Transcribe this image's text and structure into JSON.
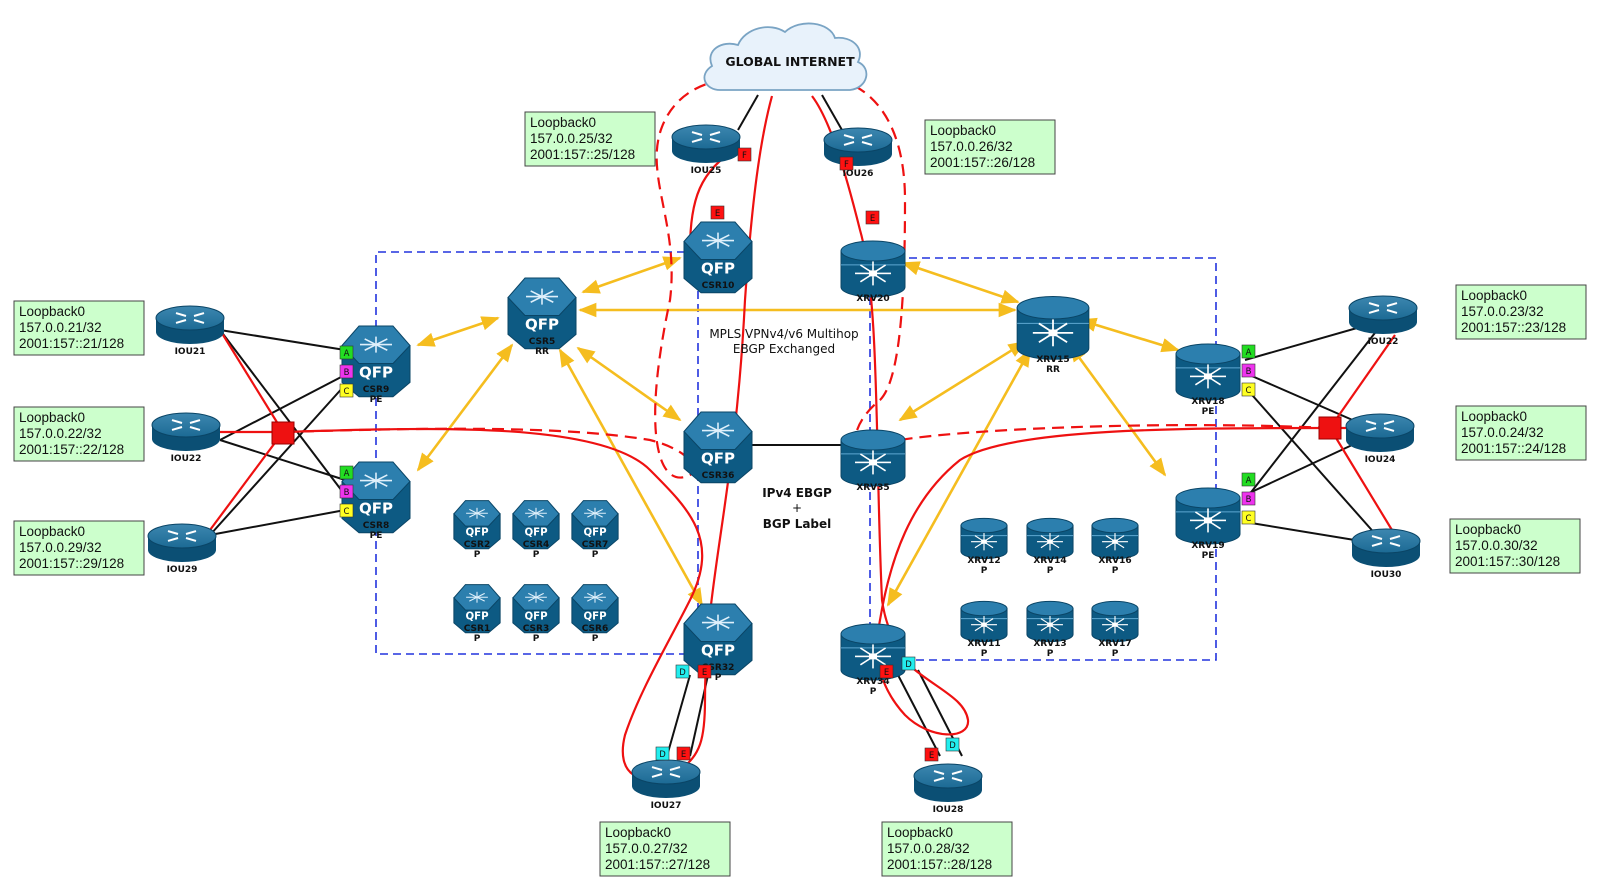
{
  "cloud": {
    "label": "GLOBAL INTERNET"
  },
  "annotations": {
    "mpls_line1": "MPLS VPNv4/v6 Multihop",
    "mpls_line2": "EBGP Exchanged",
    "ipv4_line1": "IPv4 EBGP",
    "ipv4_line2": "+",
    "ipv4_line3": "BGP Label"
  },
  "loopbacks": [
    {
      "id": "iou25",
      "lines": [
        "Loopback0",
        "157.0.0.25/32",
        "2001:157::25/128"
      ]
    },
    {
      "id": "iou26",
      "lines": [
        "Loopback0",
        "157.0.0.26/32",
        "2001:157::26/128"
      ]
    },
    {
      "id": "iou21",
      "lines": [
        "Loopback0",
        "157.0.0.21/32",
        "2001:157::21/128"
      ]
    },
    {
      "id": "iou22",
      "lines": [
        "Loopback0",
        "157.0.0.22/32",
        "2001:157::22/128"
      ]
    },
    {
      "id": "iou29",
      "lines": [
        "Loopback0",
        "157.0.0.29/32",
        "2001:157::29/128"
      ]
    },
    {
      "id": "iou23",
      "lines": [
        "Loopback0",
        "157.0.0.23/32",
        "2001:157::23/128"
      ]
    },
    {
      "id": "iou24",
      "lines": [
        "Loopback0",
        "157.0.0.24/32",
        "2001:157::24/128"
      ]
    },
    {
      "id": "iou30",
      "lines": [
        "Loopback0",
        "157.0.0.30/32",
        "2001:157::30/128"
      ]
    },
    {
      "id": "iou27",
      "lines": [
        "Loopback0",
        "157.0.0.27/32",
        "2001:157::27/128"
      ]
    },
    {
      "id": "iou28",
      "lines": [
        "Loopback0",
        "157.0.0.28/32",
        "2001:157::28/128"
      ]
    }
  ],
  "devices": [
    {
      "id": "IOU25",
      "type": "router",
      "name": "IOU25",
      "role": ""
    },
    {
      "id": "IOU26",
      "type": "router",
      "name": "IOU26",
      "role": ""
    },
    {
      "id": "IOU21",
      "type": "router",
      "name": "IOU21",
      "role": ""
    },
    {
      "id": "IOU22L",
      "type": "router",
      "name": "IOU22",
      "role": ""
    },
    {
      "id": "IOU29",
      "type": "router",
      "name": "IOU29",
      "role": ""
    },
    {
      "id": "IOU22R",
      "type": "router",
      "name": "IOU22",
      "role": ""
    },
    {
      "id": "IOU24",
      "type": "router",
      "name": "IOU24",
      "role": ""
    },
    {
      "id": "IOU30",
      "type": "router",
      "name": "IOU30",
      "role": ""
    },
    {
      "id": "IOU27",
      "type": "router",
      "name": "IOU27",
      "role": ""
    },
    {
      "id": "IOU28",
      "type": "router",
      "name": "IOU28",
      "role": ""
    },
    {
      "id": "CSR10",
      "type": "qfp",
      "name": "CSR10",
      "role": ""
    },
    {
      "id": "CSR5",
      "type": "qfp",
      "name": "CSR5",
      "role": "RR"
    },
    {
      "id": "CSR9",
      "type": "qfp",
      "name": "CSR9",
      "role": "PE"
    },
    {
      "id": "CSR8",
      "type": "qfp",
      "name": "CSR8",
      "role": "PE"
    },
    {
      "id": "CSR36",
      "type": "qfp",
      "name": "CSR36",
      "role": ""
    },
    {
      "id": "CSR32",
      "type": "qfp",
      "name": "CSR32",
      "role": "P"
    },
    {
      "id": "CSR2",
      "type": "qfp-small",
      "name": "CSR2",
      "role": "P"
    },
    {
      "id": "CSR4",
      "type": "qfp-small",
      "name": "CSR4",
      "role": "P"
    },
    {
      "id": "CSR7",
      "type": "qfp-small",
      "name": "CSR7",
      "role": "P"
    },
    {
      "id": "CSR1",
      "type": "qfp-small",
      "name": "CSR1",
      "role": "P"
    },
    {
      "id": "CSR3",
      "type": "qfp-small",
      "name": "CSR3",
      "role": "P"
    },
    {
      "id": "CSR6",
      "type": "qfp-small",
      "name": "CSR6",
      "role": "P"
    },
    {
      "id": "XRV20",
      "type": "xrv",
      "name": "XRV20",
      "role": ""
    },
    {
      "id": "XRV15",
      "type": "xrv-wide",
      "name": "XRV15",
      "role": "RR"
    },
    {
      "id": "XRV18",
      "type": "xrv",
      "name": "XRV18",
      "role": "PE"
    },
    {
      "id": "XRV19",
      "type": "xrv",
      "name": "XRV19",
      "role": "PE"
    },
    {
      "id": "XRV35",
      "type": "xrv",
      "name": "XRV35",
      "role": ""
    },
    {
      "id": "XRV34",
      "type": "xrv",
      "name": "XRV34",
      "role": "P"
    },
    {
      "id": "XRV12",
      "type": "xrv-small",
      "name": "XRV12",
      "role": "P"
    },
    {
      "id": "XRV14",
      "type": "xrv-small",
      "name": "XRV14",
      "role": "P"
    },
    {
      "id": "XRV16",
      "type": "xrv-small",
      "name": "XRV16",
      "role": "P"
    },
    {
      "id": "XRV11",
      "type": "xrv-small",
      "name": "XRV11",
      "role": "P"
    },
    {
      "id": "XRV13",
      "type": "xrv-small",
      "name": "XRV13",
      "role": "P"
    },
    {
      "id": "XRV17",
      "type": "xrv-small",
      "name": "XRV17",
      "role": "P"
    }
  ],
  "port_tags": {
    "A": {
      "text": "A",
      "color": "#22dd22"
    },
    "B": {
      "text": "B",
      "color": "#ee33ee"
    },
    "C": {
      "text": "C",
      "color": "#ffff22"
    },
    "D": {
      "text": "D",
      "color": "#22eeee"
    },
    "E": {
      "text": "E",
      "color": "#ff1111"
    },
    "F": {
      "text": "F",
      "color": "#ff1111"
    }
  },
  "colors": {
    "router": "#0d5a83",
    "loopback_fill": "#ccffcc",
    "bgp_session": "#f5bd1f",
    "ebgp_path": "#ee1111",
    "domain_border": "#2233dd",
    "link": "#111111"
  }
}
